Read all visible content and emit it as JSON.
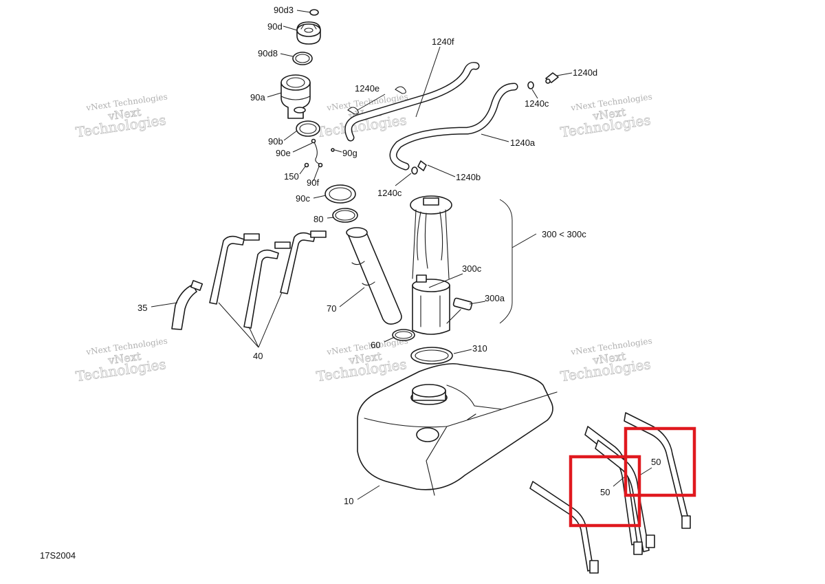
{
  "diagram_code": "17S2004",
  "watermark": {
    "line1": "vNext Technologies",
    "line2": "vNext",
    "line3": "Technologies"
  },
  "callouts": {
    "c90d3": "90d3",
    "c90d": "90d",
    "c90d8": "90d8",
    "c90a": "90a",
    "c90b": "90b",
    "c90e": "90e",
    "c90g": "90g",
    "c150": "150",
    "c90f": "90f",
    "c90c": "90c",
    "c80": "80",
    "c35": "35",
    "c40": "40",
    "c70": "70",
    "c60": "60",
    "c1240f": "1240f",
    "c1240e": "1240e",
    "c1240d": "1240d",
    "c1240c_top": "1240c",
    "c1240a": "1240a",
    "c1240b": "1240b",
    "c1240c_left": "1240c",
    "c300": "300 < 300c",
    "c300c": "300c",
    "c300a": "300a",
    "c310": "310",
    "c10": "10",
    "c50_right": "50",
    "c50_left": "50"
  },
  "highlight_color": "#e0191f"
}
